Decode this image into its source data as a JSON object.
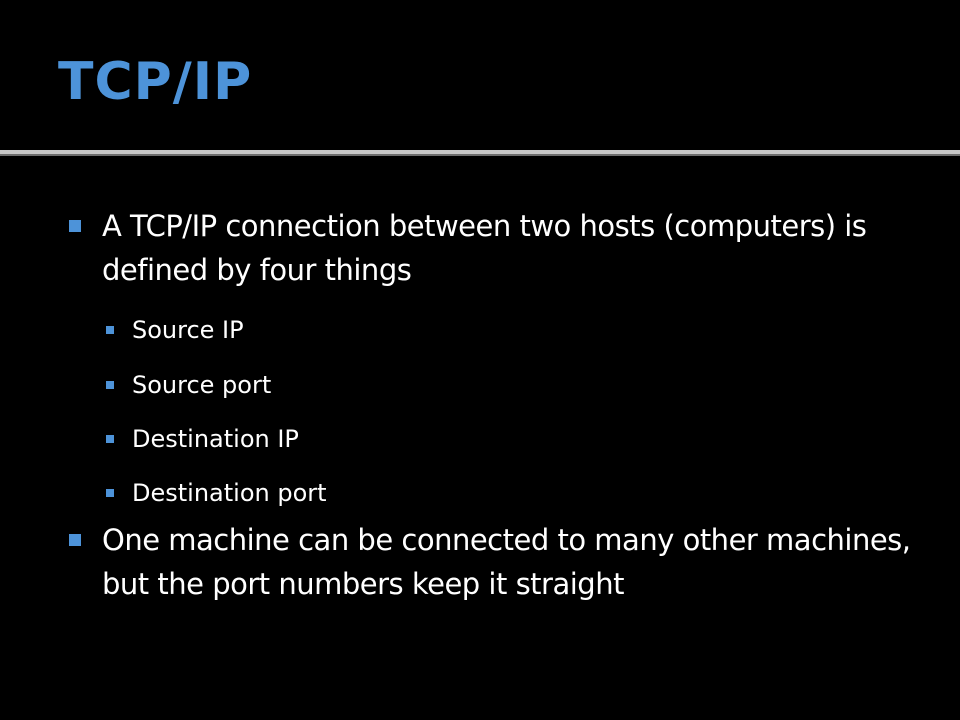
{
  "slide": {
    "title": "TCP/IP",
    "bullets": [
      {
        "text": "A TCP/IP connection between two hosts (computers) is defined by four things",
        "sub_bullets": [
          "Source IP",
          "Source port",
          "Destination IP",
          "Destination port"
        ]
      },
      {
        "text": "One machine can be connected to many other machines, but the port numbers keep it straight"
      }
    ]
  },
  "colors": {
    "background": "#000000",
    "title": "#4d93d9",
    "bullet": "#4d93d9",
    "text": "#ffffff"
  }
}
